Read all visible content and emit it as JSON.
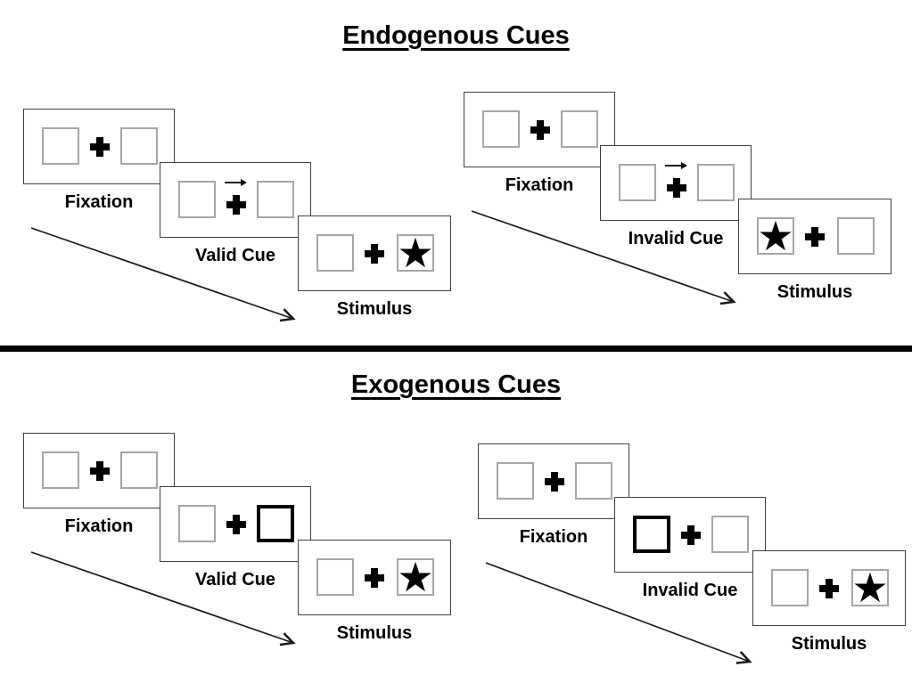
{
  "sections": [
    {
      "title": "Endogenous Cues",
      "groups": [
        {
          "name": "valid",
          "panels": [
            {
              "label": "Fixation",
              "left_variant": "empty",
              "left_glyph": "",
              "right_variant": "empty",
              "right_glyph": ""
            },
            {
              "label": "Valid Cue",
              "left_variant": "empty",
              "left_glyph": "",
              "right_variant": "empty",
              "right_glyph": ""
            },
            {
              "label": "Stimulus",
              "left_variant": "empty",
              "left_glyph": "",
              "right_variant": "star",
              "right_glyph": "★"
            }
          ]
        },
        {
          "name": "invalid",
          "panels": [
            {
              "label": "Fixation",
              "left_variant": "empty",
              "left_glyph": "",
              "right_variant": "empty",
              "right_glyph": ""
            },
            {
              "label": "Invalid Cue",
              "left_variant": "empty",
              "left_glyph": "",
              "right_variant": "empty",
              "right_glyph": ""
            },
            {
              "label": "Stimulus",
              "left_variant": "star",
              "left_glyph": "★",
              "right_variant": "empty",
              "right_glyph": ""
            }
          ]
        }
      ]
    },
    {
      "title": "Exogenous Cues",
      "groups": [
        {
          "name": "valid",
          "panels": [
            {
              "label": "Fixation",
              "left_variant": "empty",
              "left_glyph": "",
              "right_variant": "empty",
              "right_glyph": ""
            },
            {
              "label": "Valid Cue",
              "left_variant": "empty",
              "left_glyph": "",
              "right_variant": "bold",
              "right_glyph": ""
            },
            {
              "label": "Stimulus",
              "left_variant": "empty",
              "left_glyph": "",
              "right_variant": "star",
              "right_glyph": "★"
            }
          ]
        },
        {
          "name": "invalid",
          "panels": [
            {
              "label": "Fixation",
              "left_variant": "empty",
              "left_glyph": "",
              "right_variant": "empty",
              "right_glyph": ""
            },
            {
              "label": "Invalid Cue",
              "left_variant": "bold",
              "left_glyph": "",
              "right_variant": "empty",
              "right_glyph": ""
            },
            {
              "label": "Stimulus",
              "left_variant": "empty",
              "left_glyph": "",
              "right_variant": "star",
              "right_glyph": "★"
            }
          ]
        }
      ]
    }
  ],
  "icons": {
    "fixation_cross": "heavy-plus",
    "cue_direction_arrow": "thin-right-arrow",
    "timeline_arrow": "diagonal-down-right-arrow"
  },
  "colors": {
    "ink": "#000000",
    "panel_border": "#3f3f3f",
    "box_border": "#a6a6a6",
    "background": "#ffffff"
  }
}
